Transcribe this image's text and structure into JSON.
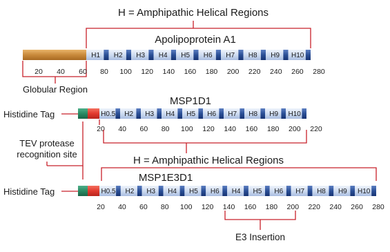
{
  "colors": {
    "bracket": "#c8202a",
    "globular_dark": "#b97a32",
    "globular_light": "#e8b46a",
    "tag_green": "#2a8a63",
    "tev_red": "#e23a2e",
    "helix_light": "#dbe6f6",
    "helix_dark": "#22458a",
    "text": "#1a1a1a"
  },
  "top_legend": "H = Amphipathic Helical Regions",
  "apo": {
    "title": "Apolipoprotein A1",
    "helices": [
      "H1",
      "H2",
      "H3",
      "H4",
      "H5",
      "H6",
      "H7",
      "H8",
      "H9",
      "H10"
    ],
    "globular_ticks": [
      "20",
      "40",
      "60"
    ],
    "helix_ticks": [
      "80",
      "100",
      "120",
      "140",
      "160",
      "180",
      "200",
      "220",
      "240",
      "260",
      "280"
    ],
    "globular_label": "Globular Region"
  },
  "msp1d1": {
    "title": "MSP1D1",
    "tag_label": "Histidine Tag",
    "helices": [
      "H0.5",
      "H2",
      "H3",
      "H4",
      "H5",
      "H6",
      "H7",
      "H8",
      "H9",
      "H10"
    ],
    "ticks": [
      "20",
      "40",
      "60",
      "80",
      "100",
      "120",
      "140",
      "160",
      "180",
      "200",
      "220"
    ]
  },
  "tev_label_line1": "TEV protease",
  "tev_label_line2": "recognition site",
  "mid_legend": "H = Amphipathic Helical Regions",
  "msp1e3d1": {
    "title": "MSP1E3D1",
    "tag_label": "Histidine Tag",
    "helices": [
      "H0.5",
      "H2",
      "H3",
      "H4",
      "H5",
      "H6",
      "H4",
      "H5",
      "H6",
      "H7",
      "H8",
      "H9",
      "H10"
    ],
    "ticks": [
      "20",
      "40",
      "60",
      "80",
      "100",
      "120",
      "140",
      "160",
      "180",
      "200",
      "220",
      "240",
      "260",
      "280"
    ],
    "insertion_label": "E3 Insertion"
  }
}
